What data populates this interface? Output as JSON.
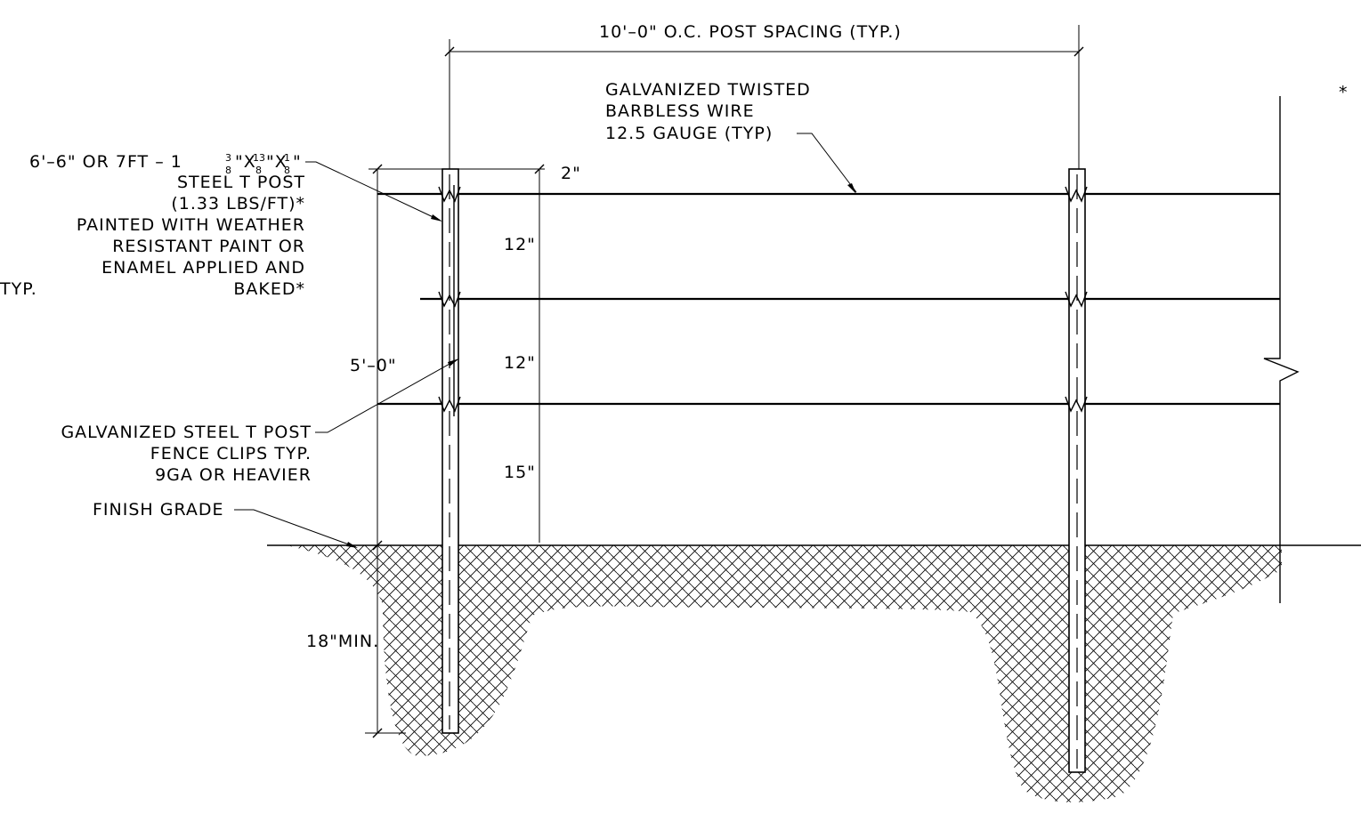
{
  "labels": {
    "post_spacing": "10'–0\" O.C. POST SPACING (TYP.)",
    "wire_1": "GALVANIZED TWISTED",
    "wire_2": "BARBLESS WIRE",
    "wire_3": "12.5 GAUGE (TYP)",
    "asterisk": "*",
    "post_1": "6'–6\" OR 7FT – 1",
    "post_1_f1_num": "3",
    "post_1_f1_den": "8",
    "post_1_f2_num": "13",
    "post_1_f2_den": "8",
    "post_1_f3_num": "1",
    "post_1_f3_den": "8",
    "post_2": "STEEL T POST",
    "post_3": "(1.33 LBS/FT)*",
    "post_4": "PAINTED WITH WEATHER",
    "post_5": "RESISTANT PAINT OR",
    "post_6": "ENAMEL APPLIED AND",
    "post_7": "BAKED*",
    "typ": "TYP.",
    "dim_2in": "2\"",
    "dim_12a": "12\"",
    "dim_12b": "12\"",
    "dim_15": "15\"",
    "dim_5ft": "5'–0\"",
    "clip_1": "GALVANIZED STEEL T POST",
    "clip_2": "FENCE CLIPS TYP.",
    "clip_3": "9GA OR HEAVIER",
    "finish_grade": "FINISH GRADE",
    "dim_18": "18\"MIN."
  }
}
